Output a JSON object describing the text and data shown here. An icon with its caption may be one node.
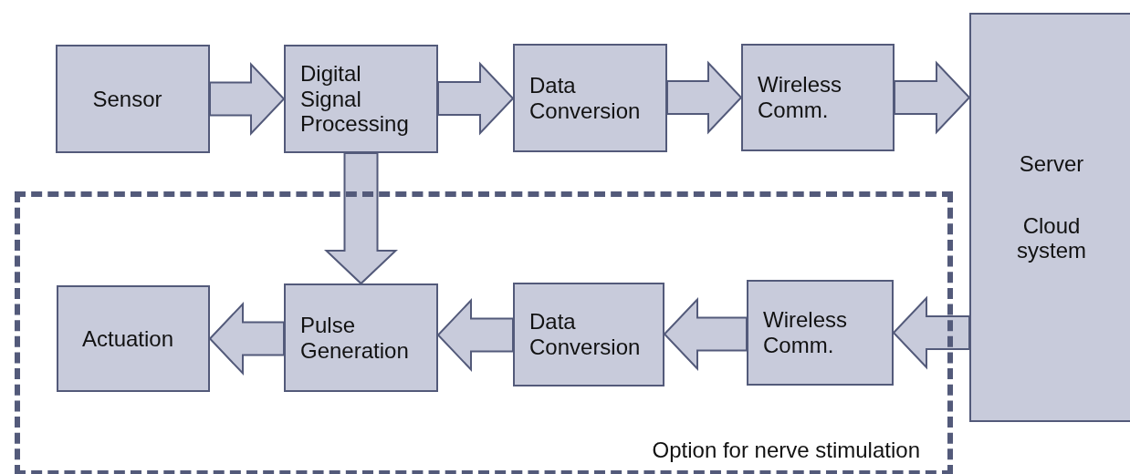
{
  "diagram": {
    "nodes": [
      {
        "text": [
          "Sensor"
        ]
      },
      {
        "text": [
          "Digital Signal Processing"
        ]
      },
      {
        "text": [
          "Data Conversion"
        ]
      },
      {
        "text": [
          "Wireless Comm."
        ]
      },
      {
        "text": [
          "Server",
          "Cloud system"
        ]
      },
      {
        "text": [
          "Option for nerve stimulation"
        ]
      },
      {
        "text": [
          "Actuation"
        ],
        "in": 5
      },
      {
        "text": [
          "Pulse Generation"
        ],
        "in": 5
      },
      {
        "text": [
          "Data Conversion"
        ],
        "in": 5
      },
      {
        "text": [
          "Wireless Comm."
        ],
        "in": 5
      }
    ],
    "edges": [
      {
        "from": 0,
        "to": 1,
        "arrow": "to"
      },
      {
        "from": 1,
        "to": 2,
        "arrow": "to"
      },
      {
        "from": 2,
        "to": 3,
        "arrow": "to"
      },
      {
        "from": 3,
        "to": 4,
        "arrow": "to"
      },
      {
        "from": 1,
        "to": 7,
        "arrow": "to"
      },
      {
        "from": 4,
        "to": 9,
        "arrow": "to"
      },
      {
        "from": 9,
        "to": 8,
        "arrow": "to"
      },
      {
        "from": 8,
        "to": 7,
        "arrow": "to"
      },
      {
        "from": 7,
        "to": 6,
        "arrow": "to"
      }
    ]
  }
}
